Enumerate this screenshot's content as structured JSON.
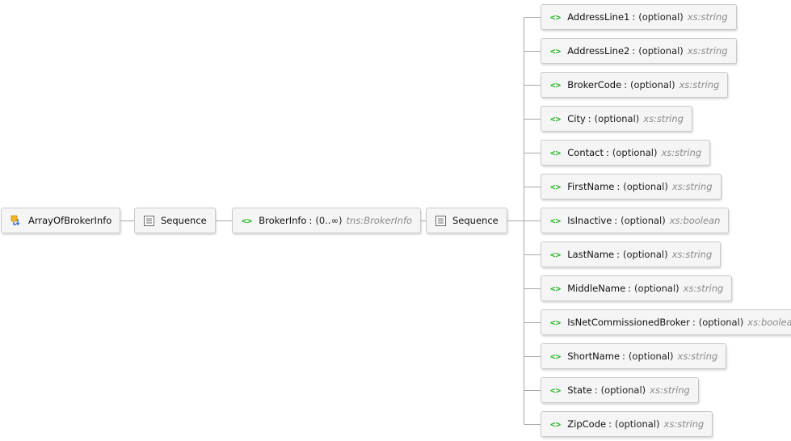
{
  "colors": {
    "element_icon": "#22b522",
    "connector": "#a8a8a8",
    "node_fill": "#f5f5f5",
    "node_border": "#c9c9c9",
    "type_text": "#8a8a8a",
    "complex_type_icon": "#f0b429"
  },
  "root": {
    "label": "ArrayOfBrokerInfo",
    "icon": "complex-type-icon"
  },
  "sequence1": {
    "label": "Sequence",
    "icon": "sequence-icon"
  },
  "broker_info": {
    "icon_text": "<>",
    "name": "BrokerInfo",
    "separator": ":",
    "occurrence": "(0..∞)",
    "type": "tns:BrokerInfo"
  },
  "sequence2": {
    "label": "Sequence",
    "icon": "sequence-icon"
  },
  "fields": [
    {
      "name": "AddressLine1",
      "separator": ":",
      "occurrence": "(optional)",
      "type": "xs:string"
    },
    {
      "name": "AddressLine2",
      "separator": ":",
      "occurrence": "(optional)",
      "type": "xs:string"
    },
    {
      "name": "BrokerCode",
      "separator": ":",
      "occurrence": "(optional)",
      "type": "xs:string"
    },
    {
      "name": "City",
      "separator": ":",
      "occurrence": "(optional)",
      "type": "xs:string"
    },
    {
      "name": "Contact",
      "separator": ":",
      "occurrence": "(optional)",
      "type": "xs:string"
    },
    {
      "name": "FirstName",
      "separator": ":",
      "occurrence": "(optional)",
      "type": "xs:string"
    },
    {
      "name": "IsInactive",
      "separator": ":",
      "occurrence": "(optional)",
      "type": "xs:boolean"
    },
    {
      "name": "LastName",
      "separator": ":",
      "occurrence": "(optional)",
      "type": "xs:string"
    },
    {
      "name": "MiddleName",
      "separator": ":",
      "occurrence": "(optional)",
      "type": "xs:string"
    },
    {
      "name": "IsNetCommissionedBroker",
      "separator": ":",
      "occurrence": "(optional)",
      "type": "xs:boolean"
    },
    {
      "name": "ShortName",
      "separator": ":",
      "occurrence": "(optional)",
      "type": "xs:string"
    },
    {
      "name": "State",
      "separator": ":",
      "occurrence": "(optional)",
      "type": "xs:string"
    },
    {
      "name": "ZipCode",
      "separator": ":",
      "occurrence": "(optional)",
      "type": "xs:string"
    }
  ],
  "field_icon_text": "<>"
}
